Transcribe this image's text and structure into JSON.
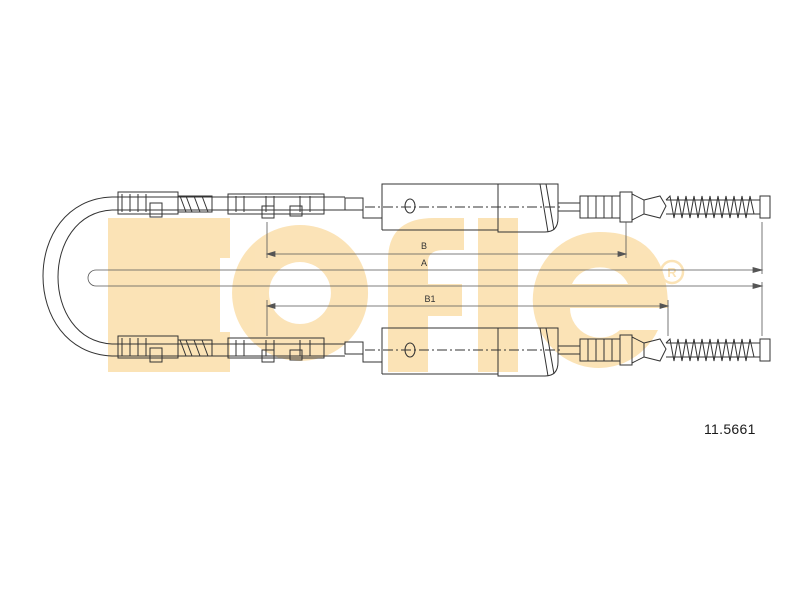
{
  "watermark": {
    "text": "cofle",
    "registered_mark": "®",
    "color": "#fbe2b3"
  },
  "drawing": {
    "line_color": "#333333",
    "part_number": "11.5661",
    "dimensions": [
      {
        "id": "B",
        "label": "B"
      },
      {
        "id": "A",
        "label": "A"
      },
      {
        "id": "B1",
        "label": "B1"
      }
    ]
  }
}
